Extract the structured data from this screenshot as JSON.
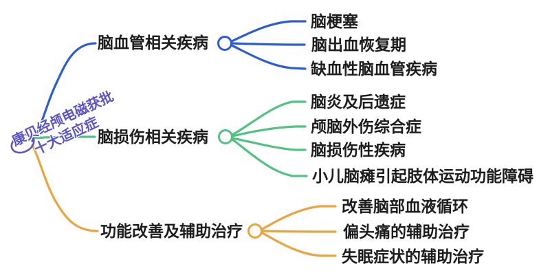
{
  "root": {
    "line1_circled_char": "康",
    "line1_rest": "贝经颅电磁获批",
    "line2": "十大适应症",
    "full_text": "康贝经颅电磁获批十大适应症"
  },
  "branches": [
    {
      "label": "脑血管相关疾病",
      "color": "#2B5BD7",
      "children": [
        "脑梗塞",
        "脑出血恢复期",
        "缺血性脑血管疾病"
      ]
    },
    {
      "label": "脑损伤相关疾病",
      "color": "#52C282",
      "children": [
        "脑炎及后遗症",
        "颅脑外伤综合症",
        "脑损伤性疾病",
        "小儿脑瘫引起肢体运动功能障碍"
      ]
    },
    {
      "label": "功能改善及辅助治疗",
      "color": "#EBA33E",
      "children": [
        "改善脑部血液循环",
        "偏头痛的辅助治疗",
        "失眠症状的辅助治疗"
      ]
    }
  ],
  "colors": {
    "blue_branch": "#2B5BD7",
    "green_branch": "#52C282",
    "orange_branch": "#EBA33E",
    "root_text": "#5B54C6",
    "node_text": "#1C1C1C",
    "background": "#FFFFFF"
  }
}
